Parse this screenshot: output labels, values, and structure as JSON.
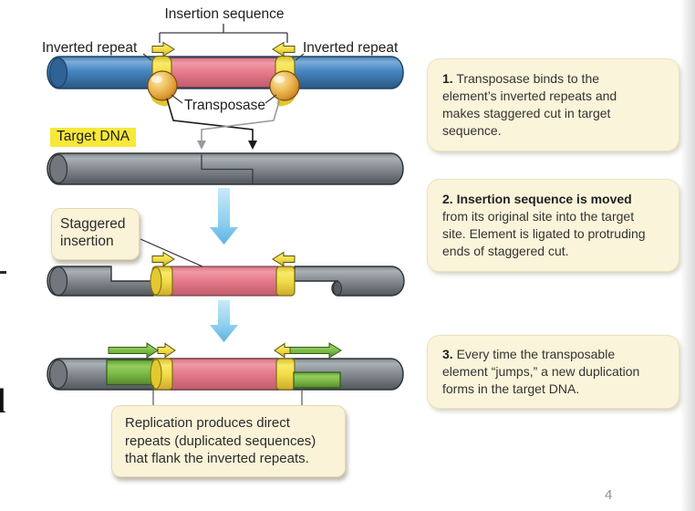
{
  "diagram": {
    "labels": {
      "insertion_sequence": "Insertion sequence",
      "inverted_repeat_left": "Inverted repeat",
      "inverted_repeat_right": "Inverted repeat",
      "transposase": "Transposase",
      "target_dna": "Target DNA",
      "staggered_insertion": "Staggered insertion",
      "replication_note": "Replication produces direct repeats (duplicated sequences) that flank the inverted repeats."
    },
    "legend_colors": {
      "donor_dna_blue": "#4886c1",
      "target_dna_gray": "#8b9298",
      "insertion_sequence_pink": "#e77d8e",
      "inverted_repeat_yellow": "#f2de48",
      "direct_repeat_green": "#7cbb46",
      "transposase_gold": "#eab458",
      "flow_arrow_blue": "#8fd0ef",
      "callout_cream": "#faf3d8",
      "highlight_yellow": "#f8e83a"
    }
  },
  "steps": [
    {
      "bold": "1.",
      "rest": "Transposase binds to the element’s inverted repeats and makes staggered cut in target sequence."
    },
    {
      "bold": "2. Insertion sequence is moved",
      "rest": "from its original site into the target site. Element is ligated to protruding ends of staggered cut."
    },
    {
      "bold": "3.",
      "rest": "Every time the transposable element “jumps,” a new duplication forms in the target DNA."
    }
  ],
  "page": {
    "number": "4"
  },
  "margin_artifacts": {
    "partial_letter": "d"
  }
}
